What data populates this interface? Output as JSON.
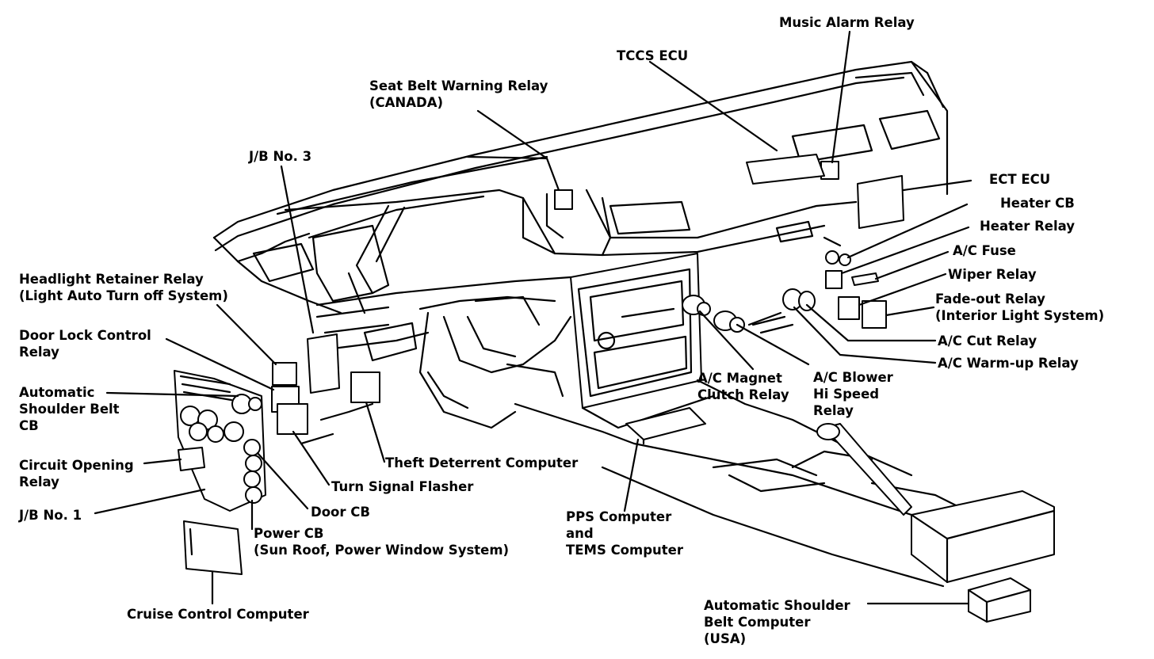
{
  "labels": {
    "music_alarm_relay": "Music Alarm Relay",
    "tccs_ecu": "TCCS ECU",
    "seat_belt_warning_relay_1": "Seat Belt Warning Relay",
    "seat_belt_warning_relay_2": "(CANADA)",
    "jb_no3": "J/B No. 3",
    "ect_ecu": "ECT ECU",
    "heater_cb": "Heater CB",
    "heater_relay": "Heater Relay",
    "ac_fuse": "A/C Fuse",
    "wiper_relay": "Wiper Relay",
    "fadeout_relay_1": "Fade-out Relay",
    "fadeout_relay_2": "(Interior Light System)",
    "headlight_retainer_1": "Headlight Retainer Relay",
    "headlight_retainer_2": "(Light Auto Turn off System)",
    "door_lock_1": "Door Lock Control",
    "door_lock_2": "Relay",
    "ac_cut_relay": "A/C Cut Relay",
    "ac_warmup_relay": "A/C Warm-up Relay",
    "auto_shoulder_cb_1": "Automatic",
    "auto_shoulder_cb_2": "Shoulder Belt",
    "auto_shoulder_cb_3": "CB",
    "ac_magnet_1": "A/C Magnet",
    "ac_magnet_2": "Clutch Relay",
    "ac_blower_1": "A/C Blower",
    "ac_blower_2": "Hi Speed",
    "ac_blower_3": "Relay",
    "circuit_opening_1": "Circuit Opening",
    "circuit_opening_2": "Relay",
    "theft_deterrent": "Theft Deterrent Computer",
    "turn_signal_flasher": "Turn Signal Flasher",
    "jb_no1": "J/B No. 1",
    "door_cb": "Door CB",
    "pps_1": "PPS Computer",
    "pps_2": "and",
    "pps_3": "TEMS Computer",
    "power_cb_1": "Power CB",
    "power_cb_2": "(Sun Roof, Power Window System)",
    "cruise_control": "Cruise Control Computer",
    "auto_shoulder_comp_1": "Automatic Shoulder",
    "auto_shoulder_comp_2": "Belt Computer",
    "auto_shoulder_comp_3": "(USA)"
  }
}
